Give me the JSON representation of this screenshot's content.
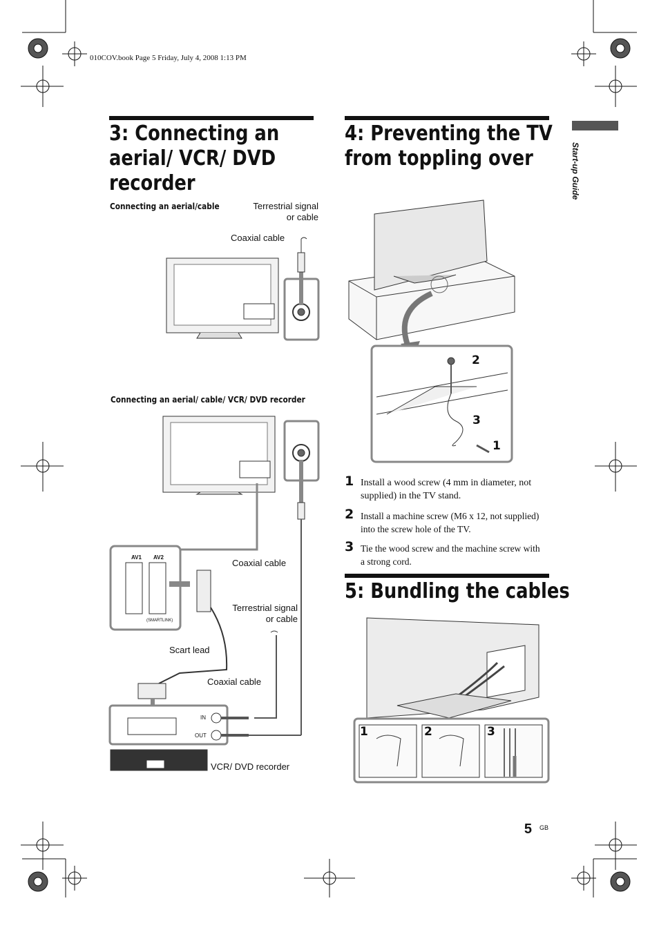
{
  "print_info": "010COV.book  Page 5  Friday, July 4, 2008  1:13 PM",
  "side_tab": {
    "label": "Start-up Guide"
  },
  "section3": {
    "title_lines": [
      "3: Connecting an",
      "aerial/ VCR/ DVD",
      "recorder"
    ],
    "sub1": "Connecting an aerial/cable",
    "sub2": "Connecting an aerial/ cable/ VCR/ DVD recorder",
    "labels": {
      "terrestrial_1a": "Terrestrial signal",
      "terrestrial_1b": "or cable",
      "coaxial_1": "Coaxial cable",
      "coaxial_2": "Coaxial cable",
      "terrestrial_2a": "Terrestrial signal",
      "terrestrial_2b": "or cable",
      "scart": "Scart lead",
      "coaxial_3": "Coaxial cable",
      "in": "IN",
      "out": "OUT",
      "recorder": "VCR/ DVD recorder",
      "av1": "AV1",
      "av2": "AV2",
      "smartlink": "(SMARTLINK)"
    }
  },
  "section4": {
    "title_lines": [
      "4: Preventing the TV",
      "from toppling over"
    ],
    "callouts": [
      "2",
      "3",
      "1"
    ],
    "steps": [
      {
        "num": "1",
        "lines": [
          "Install a wood screw (4 mm in diameter, not",
          "supplied) in the TV stand."
        ]
      },
      {
        "num": "2",
        "lines": [
          "Install a machine screw (M6  x 12, not supplied)",
          "into the screw hole of the TV."
        ]
      },
      {
        "num": "3",
        "lines": [
          "Tie the wood screw and the machine screw with",
          "a strong cord."
        ]
      }
    ]
  },
  "section5": {
    "title": "5: Bundling the cables",
    "panels": [
      "1",
      "2",
      "3"
    ]
  },
  "footer": {
    "page": "5",
    "suffix": "GB"
  }
}
